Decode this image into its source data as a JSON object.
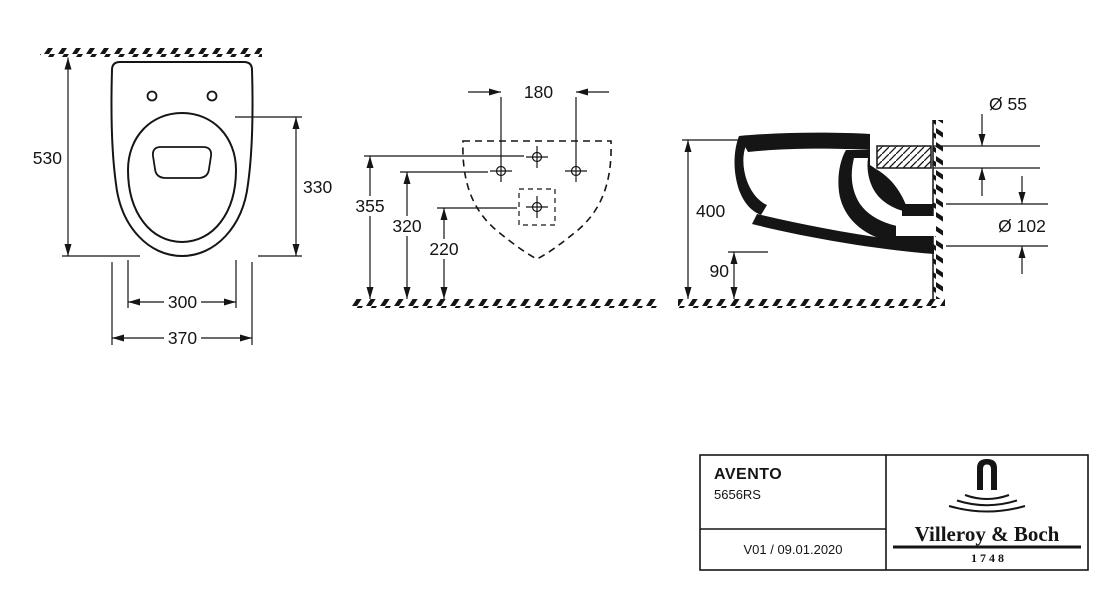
{
  "meta": {
    "drawing_type": "sanitary-ware dimensional drawing",
    "ink_color": "#151515",
    "background_color": "#ffffff"
  },
  "views": {
    "top": {
      "dim_depth_total": "530",
      "dim_bowl_depth": "330",
      "dim_width_inner": "300",
      "dim_width_total": "370"
    },
    "front": {
      "dim_hole_spacing": "180",
      "dim_h1": "355",
      "dim_h2": "320",
      "dim_h3": "220"
    },
    "side": {
      "dim_height": "400",
      "dim_bottom_clearance": "90",
      "dim_inlet": "Ø 55",
      "dim_outlet": "Ø 102"
    }
  },
  "title_block": {
    "product_name": "AVENTO",
    "product_code": "5656RS",
    "version_date": "V01 / 09.01.2020",
    "brand_name": "Villeroy & Boch",
    "brand_year": "1748"
  }
}
